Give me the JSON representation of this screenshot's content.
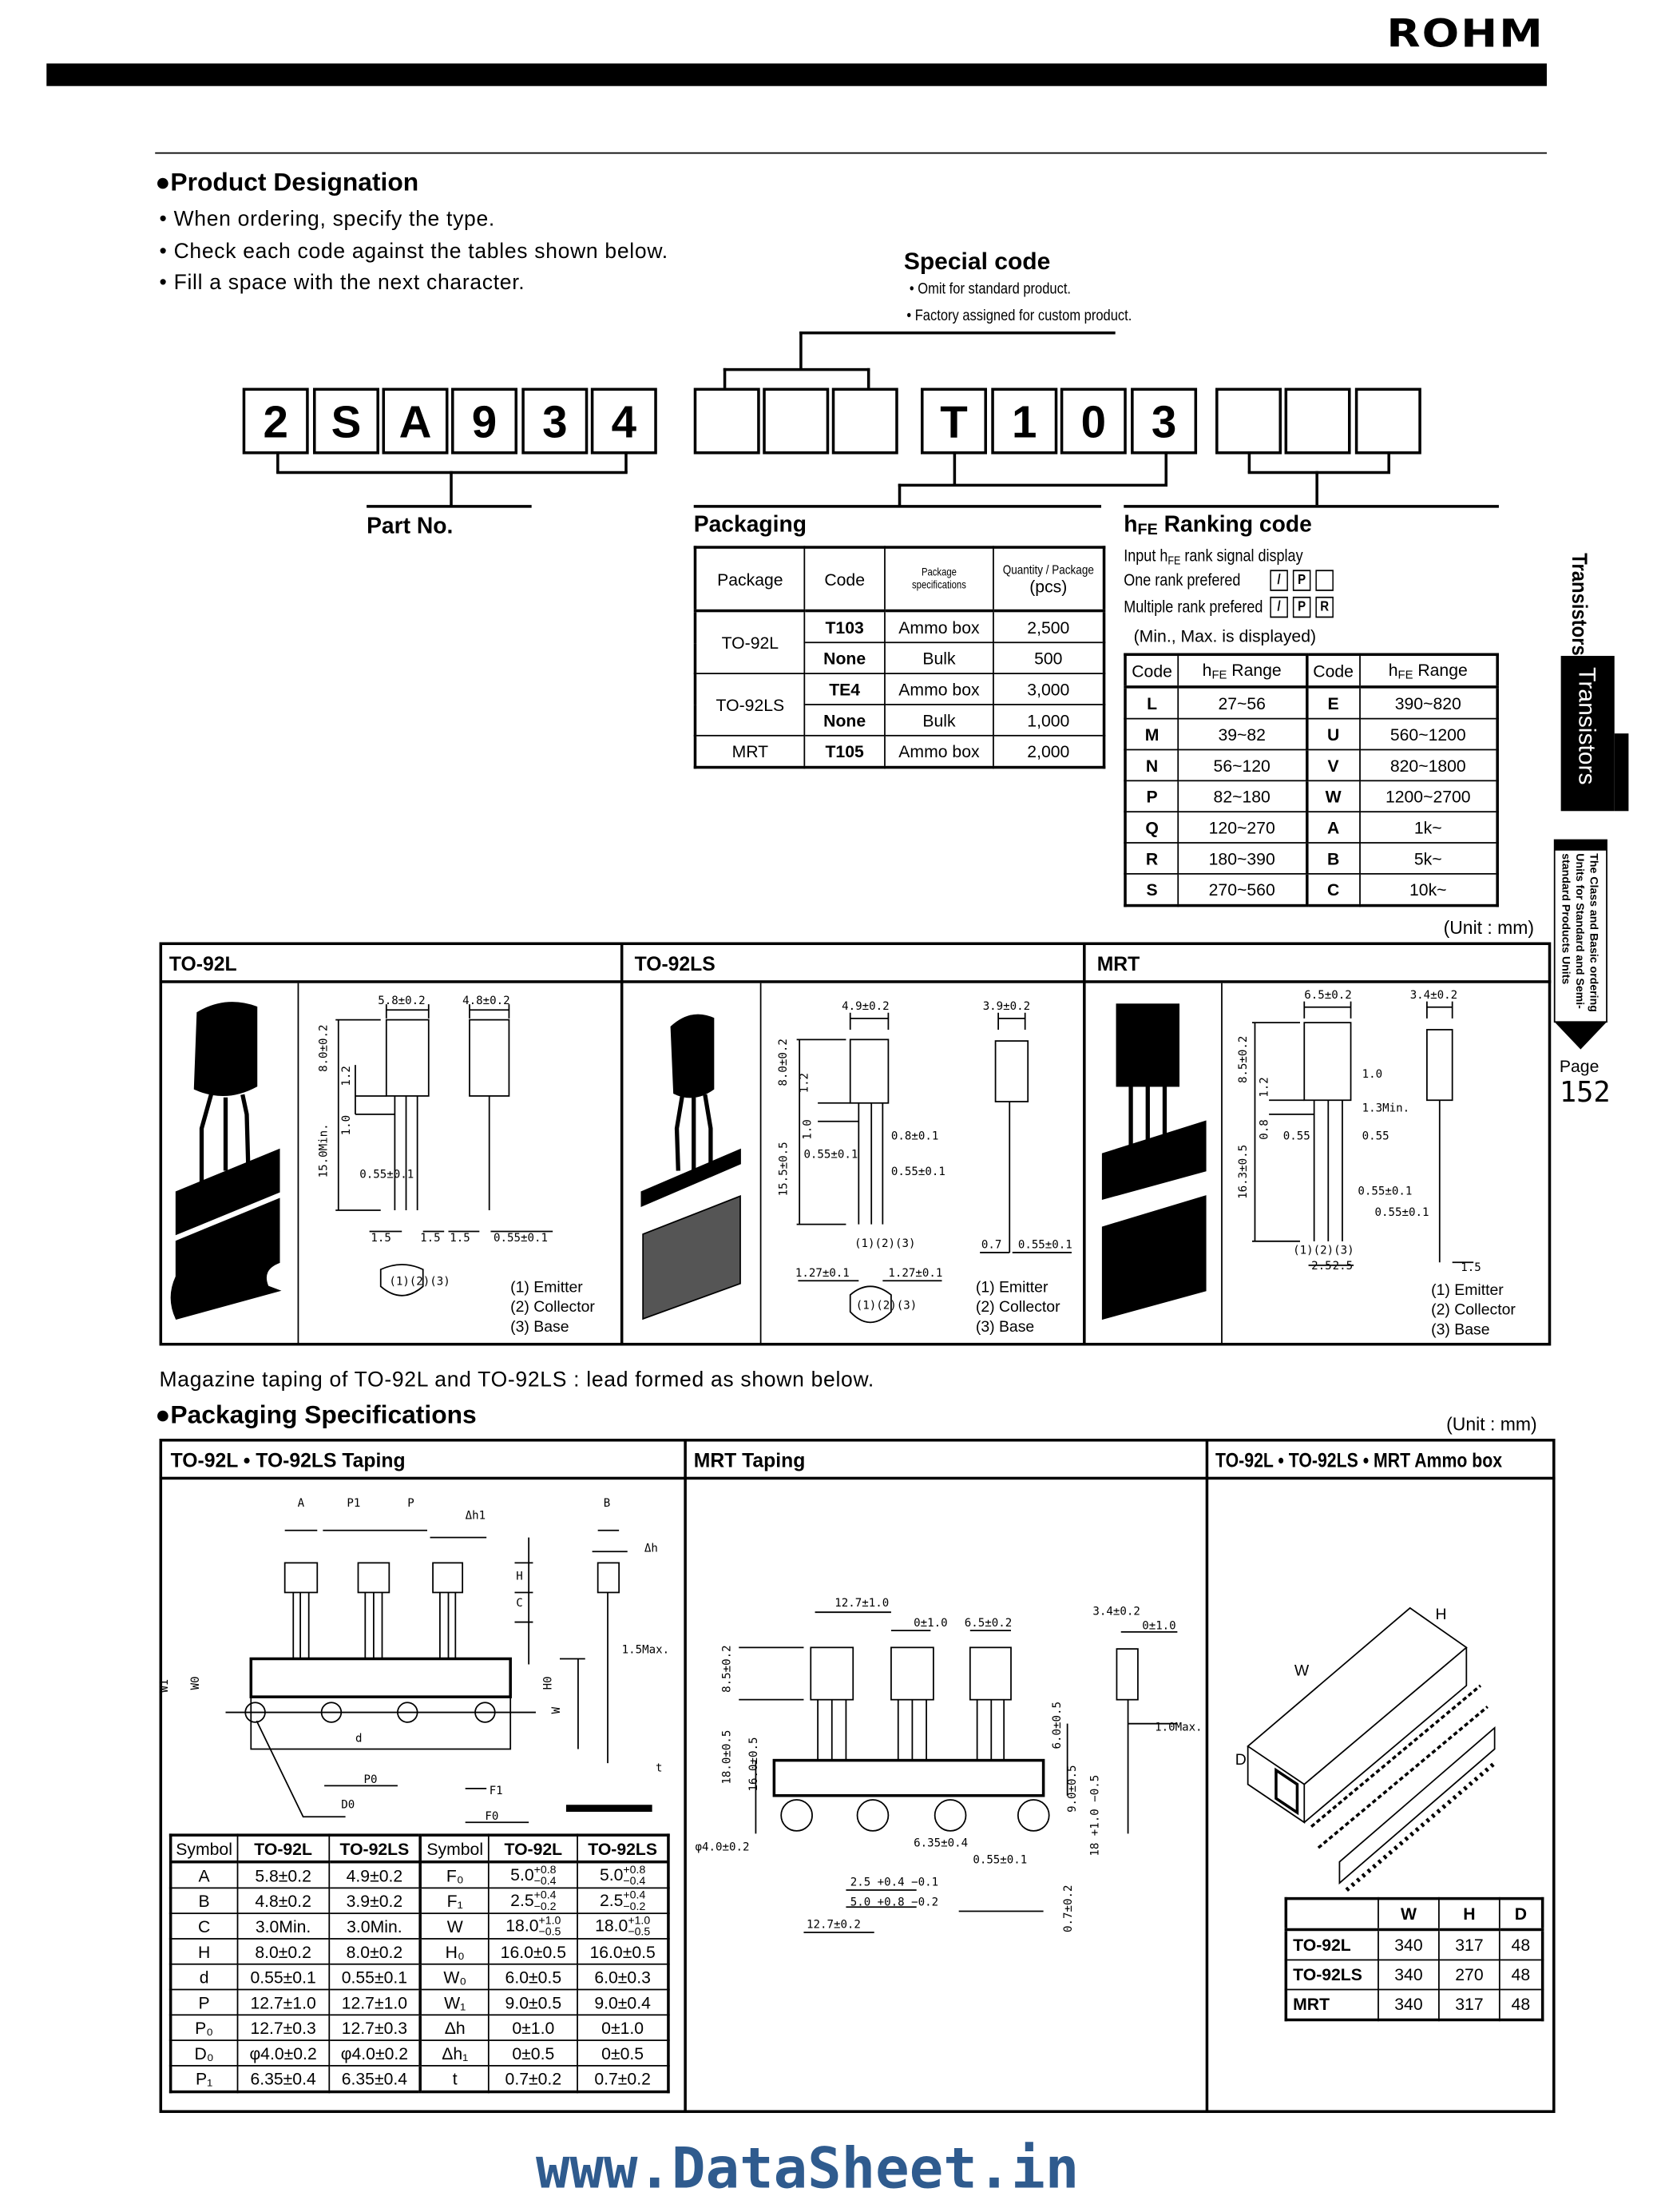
{
  "header": {
    "logo": "ROHM"
  },
  "designation": {
    "title": "●Product Designation",
    "bullets": [
      "• When ordering, specify the type.",
      "• Check each code against the tables shown below.",
      "• Fill a space with the next character."
    ]
  },
  "special_code": {
    "title": "Special code",
    "lines": [
      "• Omit for standard product.",
      "• Factory assigned for custom product."
    ]
  },
  "code_boxes": {
    "part": [
      "2",
      "S",
      "A",
      "9",
      "3",
      "4"
    ],
    "blank1": [
      "",
      "",
      ""
    ],
    "packaging": [
      "T",
      "1",
      "0",
      "3"
    ],
    "blank2": [
      "",
      "",
      ""
    ]
  },
  "part_no_label": "Part No.",
  "packaging": {
    "title": "Packaging",
    "headers": [
      "Package",
      "Code",
      "Package specifications",
      "Quantity / Package",
      "(pcs)"
    ],
    "rows": [
      {
        "package": "TO-92L",
        "code": "T103",
        "spec": "Ammo box",
        "qty": "2,500"
      },
      {
        "package": "",
        "code": "None",
        "spec": "Bulk",
        "qty": "500"
      },
      {
        "package": "TO-92LS",
        "code": "TE4",
        "spec": "Ammo box",
        "qty": "3,000"
      },
      {
        "package": "",
        "code": "None",
        "spec": "Bulk",
        "qty": "1,000"
      },
      {
        "package": "MRT",
        "code": "T105",
        "spec": "Ammo box",
        "qty": "2,000"
      }
    ]
  },
  "hfe": {
    "title_h": "h",
    "title_sub": "FE",
    "title_rest": " Ranking code",
    "input_pre": "Input h",
    "input_sub": "FE",
    "input_post": " rank signal display",
    "one_rank": "One rank prefered",
    "one_rank_boxes": [
      "/",
      "P",
      ""
    ],
    "multi_rank": "Multiple rank prefered",
    "multi_rank_boxes": [
      "/",
      "P",
      "R"
    ],
    "note": "(Min., Max. is displayed)",
    "col_code": "Code",
    "col_range_h": "h",
    "col_range_sub": "FE",
    "col_range_rest": " Range",
    "rows": [
      [
        "L",
        "27~56",
        "E",
        "390~820"
      ],
      [
        "M",
        "39~82",
        "U",
        "560~1200"
      ],
      [
        "N",
        "56~120",
        "V",
        "820~1800"
      ],
      [
        "P",
        "82~180",
        "W",
        "1200~2700"
      ],
      [
        "Q",
        "120~270",
        "A",
        "1k~"
      ],
      [
        "R",
        "180~390",
        "B",
        "5k~"
      ],
      [
        "S",
        "270~560",
        "C",
        "10k~"
      ]
    ]
  },
  "unit_label": "(Unit : mm)",
  "packages": {
    "to92l": {
      "title": "TO-92L",
      "dims": [
        "5.8±0.2",
        "4.8±0.2",
        "8.0±0.2",
        "1.2",
        "1.0",
        "15.0Min.",
        "0.55±0.1",
        "1.5",
        "1.5",
        "1.5",
        "0.55±0.1",
        "(1)(2)(3)"
      ],
      "legend": [
        "(1)  Emitter",
        "(2)  Collector",
        "(3)  Base"
      ]
    },
    "to92ls": {
      "title": "TO-92LS",
      "dims": [
        "4.9±0.2",
        "3.9±0.2",
        "8.0±0.2",
        "1.2",
        "1.0",
        "15.5±0.5",
        "0.8±0.1",
        "0.55±0.1",
        "0.55±0.1",
        "(1)(2)(3)",
        "1.27±0.1",
        "1.27±0.1",
        "0.7",
        "0.55±0.1",
        "(1)(2)(3)"
      ],
      "legend": [
        "(1)  Emitter",
        "(2)  Collector",
        "(3)  Base"
      ]
    },
    "mrt": {
      "title": "MRT",
      "dims": [
        "6.5±0.2",
        "3.4±0.2",
        "8.5±0.2",
        "1.2",
        "0.8",
        "16.3±0.5",
        "0.55",
        "0.55",
        "1.0",
        "1.3Min.",
        "0.55±0.1",
        "0.55±0.1",
        "(1)(2)(3)",
        "2.5",
        "2.5",
        "1.5"
      ],
      "legend": [
        "(1)  Emitter",
        "(2)  Collector",
        "(3)  Base"
      ]
    }
  },
  "magazine_note": "Magazine taping of TO-92L and TO-92LS : lead formed as shown below.",
  "pack_spec": {
    "title": "●Packaging Specifications",
    "taping_title": "TO-92L • TO-92LS Taping",
    "taping_labels": [
      "A",
      "P1",
      "P",
      "Δh1",
      "B",
      "Δh",
      "H",
      "C",
      "W0",
      "W1",
      "H0",
      "W",
      "1.5Max.",
      "d",
      "P0",
      "F1",
      "D0",
      "F0",
      "t"
    ],
    "mrt_title": "MRT Taping",
    "mrt_labels": [
      "12.7±1.0",
      "0±1.0",
      "6.5±0.2",
      "3.4±0.2",
      "0±1.0",
      "8.5±0.2",
      "18.0±0.5",
      "16.0±0.5",
      "6.0±0.5",
      "1.0Max.",
      "9.0±0.5",
      "18 +1.0 −0.5",
      "φ4.0±0.2",
      "6.35±0.4",
      "0.55±0.1",
      "2.5 +0.4 −0.1",
      "5.0 +0.8 −0.2",
      "12.7±0.2",
      "0.7±0.2"
    ],
    "ammo_title": "TO-92L • TO-92LS • MRT Ammo box",
    "ammo_labels": [
      "W",
      "H",
      "D"
    ]
  },
  "taping_table": {
    "headers": [
      "Symbol",
      "TO-92L",
      "TO-92LS",
      "Symbol",
      "TO-92L",
      "TO-92LS"
    ],
    "rows": [
      [
        {
          "v": "A"
        },
        {
          "v": "5.8±0.2"
        },
        {
          "v": "4.9±0.2"
        },
        {
          "v": "F₀"
        },
        {
          "v": "5.0",
          "up": "+0.8",
          "lo": "−0.4"
        },
        {
          "v": "5.0",
          "up": "+0.8",
          "lo": "−0.4"
        }
      ],
      [
        {
          "v": "B"
        },
        {
          "v": "4.8±0.2"
        },
        {
          "v": "3.9±0.2"
        },
        {
          "v": "F₁"
        },
        {
          "v": "2.5",
          "up": "+0.4",
          "lo": "−0.2"
        },
        {
          "v": "2.5",
          "up": "+0.4",
          "lo": "−0.2"
        }
      ],
      [
        {
          "v": "C"
        },
        {
          "v": "3.0Min."
        },
        {
          "v": "3.0Min."
        },
        {
          "v": "W"
        },
        {
          "v": "18.0",
          "up": "+1.0",
          "lo": "−0.5"
        },
        {
          "v": "18.0",
          "up": "+1.0",
          "lo": "−0.5"
        }
      ],
      [
        {
          "v": "H"
        },
        {
          "v": "8.0±0.2"
        },
        {
          "v": "8.0±0.2"
        },
        {
          "v": "H₀"
        },
        {
          "v": "16.0±0.5"
        },
        {
          "v": "16.0±0.5"
        }
      ],
      [
        {
          "v": "d"
        },
        {
          "v": "0.55±0.1"
        },
        {
          "v": "0.55±0.1"
        },
        {
          "v": "W₀"
        },
        {
          "v": "6.0±0.5"
        },
        {
          "v": "6.0±0.3"
        }
      ],
      [
        {
          "v": "P"
        },
        {
          "v": "12.7±1.0"
        },
        {
          "v": "12.7±1.0"
        },
        {
          "v": "W₁"
        },
        {
          "v": "9.0±0.5"
        },
        {
          "v": "9.0±0.4"
        }
      ],
      [
        {
          "v": "P₀"
        },
        {
          "v": "12.7±0.3"
        },
        {
          "v": "12.7±0.3"
        },
        {
          "v": "Δh"
        },
        {
          "v": "0±1.0"
        },
        {
          "v": "0±1.0"
        }
      ],
      [
        {
          "v": "D₀"
        },
        {
          "v": "φ4.0±0.2"
        },
        {
          "v": "φ4.0±0.2"
        },
        {
          "v": "Δh₁"
        },
        {
          "v": "0±0.5"
        },
        {
          "v": "0±0.5"
        }
      ],
      [
        {
          "v": "P₁"
        },
        {
          "v": "6.35±0.4"
        },
        {
          "v": "6.35±0.4"
        },
        {
          "v": "t"
        },
        {
          "v": "0.7±0.2"
        },
        {
          "v": "0.7±0.2"
        }
      ]
    ]
  },
  "ammo_table": {
    "headers": [
      "",
      "W",
      "H",
      "D"
    ],
    "rows": [
      [
        "TO-92L",
        "340",
        "317",
        "48"
      ],
      [
        "TO-92LS",
        "340",
        "270",
        "48"
      ],
      [
        "MRT",
        "340",
        "317",
        "48"
      ]
    ]
  },
  "side_tabs": {
    "section": "Transistors",
    "active_tab": "Transistors",
    "guide": "The Class and Basic ordering Units for Standard and Semi-standard Products Units",
    "page_label": "Page",
    "page_number": "152"
  },
  "watermark": "www.DataSheet.in",
  "colors": {
    "watermark": "#2f5b8e",
    "ink": "#000000"
  }
}
